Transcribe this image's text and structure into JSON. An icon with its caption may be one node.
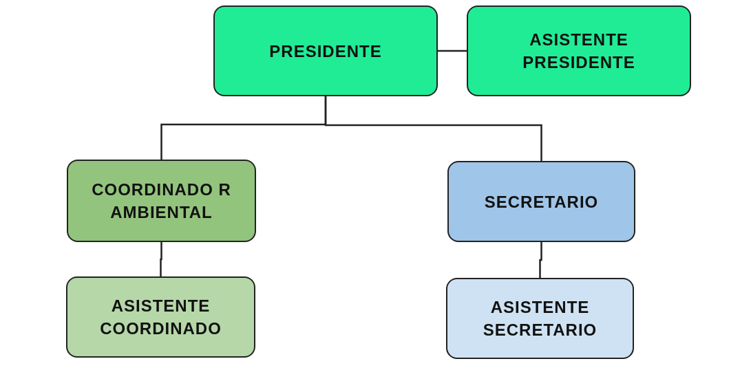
{
  "diagram": {
    "nodes": [
      {
        "text": [
          "PRESIDENTE"
        ]
      },
      {
        "text": [
          "ASISTENTE PRESIDENTE"
        ]
      },
      {
        "text": [
          "COORDINADO R AMBIENTAL"
        ]
      },
      {
        "text": [
          "SECRETARIO"
        ]
      },
      {
        "text": [
          "ASISTENTE COORDINADO"
        ]
      },
      {
        "text": [
          "ASISTENTE SECRETARIO"
        ]
      }
    ],
    "edges": [
      {
        "from": 0,
        "to": 1,
        "arrow": "none"
      },
      {
        "from": 0,
        "to": 2,
        "arrow": "none"
      },
      {
        "from": 0,
        "to": 3,
        "arrow": "none"
      },
      {
        "from": 2,
        "to": 4,
        "arrow": "none"
      },
      {
        "from": 3,
        "to": 5,
        "arrow": "none"
      }
    ]
  }
}
